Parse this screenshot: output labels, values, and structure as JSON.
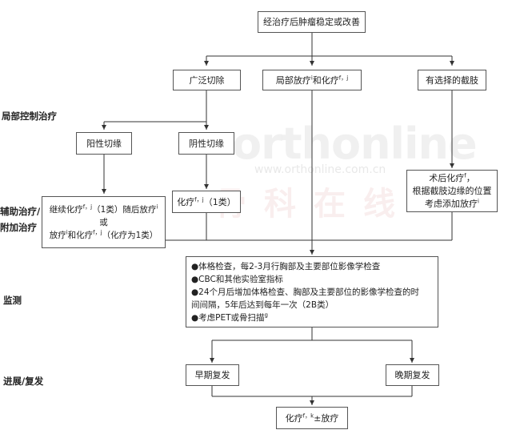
{
  "side_labels": {
    "local": "局部控制治疗",
    "adjuvant_1": "辅助治疗/",
    "adjuvant_2": "附加治疗",
    "monitor": "监测",
    "progress": "进展/复发"
  },
  "nodes": {
    "top": "经治疗后肿瘤稳定或改善",
    "wide": "广泛切除",
    "local_rt_1": "局部放疗",
    "local_rt_sup1": "i",
    "local_rt_2": "和化疗",
    "local_rt_sup2": "f，j",
    "amputation": "有选择的截肢",
    "positive": "阳性切缘",
    "negative": "阴性切缘",
    "pos_adj_l1a": "继续化疗",
    "pos_adj_l1sup": "f，j",
    "pos_adj_l1b": "（1类）随后放疗",
    "pos_adj_l1sup2": "i",
    "pos_adj_l2": "或",
    "pos_adj_l3a": "放疗",
    "pos_adj_l3sup": "i",
    "pos_adj_l3b": "和化疗",
    "pos_adj_l3sup2": "f，j",
    "pos_adj_l3c": "（化疗为1类）",
    "neg_adj_a": "化疗",
    "neg_adj_sup": "f，j",
    "neg_adj_b": "（1类）",
    "amp_adj_l1": "术后化疗",
    "amp_adj_l1sup": "f",
    "amp_adj_l1c": "，",
    "amp_adj_l2": "根据截肢边缘的位置",
    "amp_adj_l3": "考虑添加放疗",
    "amp_adj_l3sup": "i",
    "monitor_l1": "●体格检查，每2-3月行胸部及主要部位影像学检查",
    "monitor_l2": "●CBC和其他实验室指标",
    "monitor_l3": "●24个月后增加体格检查、胸部及主要部位的影像学检查的时",
    "monitor_l4": "间间隔，5年后达到每年一次（2B类）",
    "monitor_l5": "●考虑PET或骨扫描",
    "monitor_l5sup": "g",
    "early": "早期复发",
    "late": "晚期复发",
    "final_a": "化疗",
    "final_sup": "f，k",
    "final_b": "±放疗"
  },
  "watermark": {
    "brand": "orthonline",
    "url": "www.orthonline.com.cn",
    "cn": "骨科在线"
  }
}
